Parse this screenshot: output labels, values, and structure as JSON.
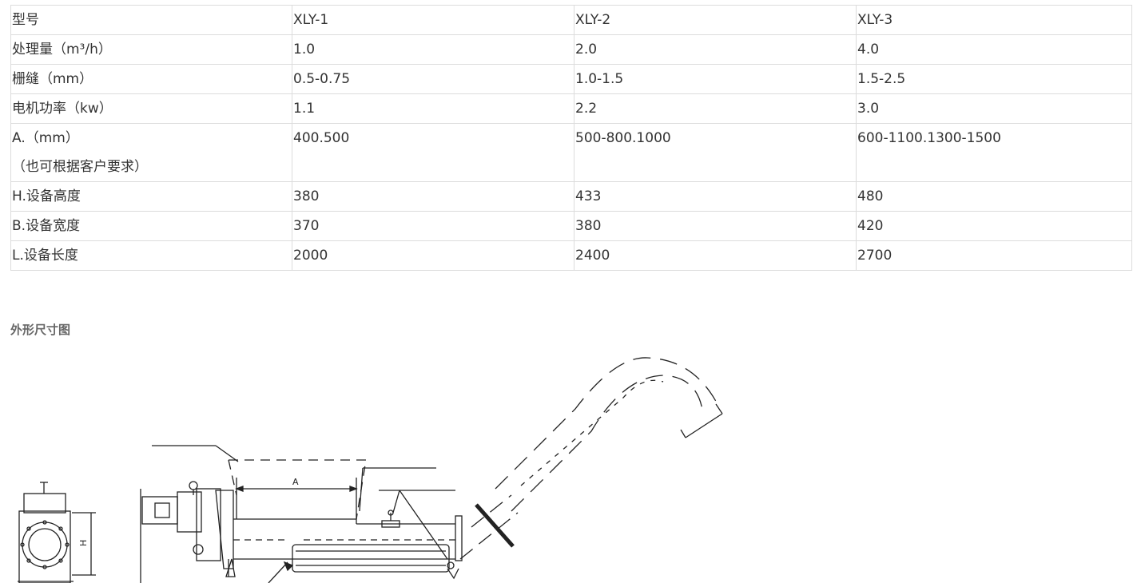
{
  "spec_table": {
    "header": [
      "型号",
      "XLY-1",
      "XLY-2",
      "XLY-3"
    ],
    "rows": [
      [
        "处理量（m³/h）",
        "1.0",
        "2.0",
        "4.0"
      ],
      [
        "栅缝（mm）",
        "0.5-0.75",
        "1.0-1.5",
        "1.5-2.5"
      ],
      [
        "电机功率（kw）",
        "1.1",
        "2.2",
        "3.0"
      ],
      [
        "A.（mm）",
        "400.500",
        "500-800.1000",
        "600-1100.1300-1500"
      ],
      [
        "H.设备高度",
        "380",
        "433",
        "480"
      ],
      [
        "B.设备宽度",
        "370",
        "380",
        "420"
      ],
      [
        "L.设备长度",
        "2000",
        "2400",
        "2700"
      ]
    ],
    "row4_note": "（也可根据客户要求）"
  },
  "drawing_section": {
    "title": "外形尺寸图",
    "dim_label_a": "A",
    "dim_label_h": "H"
  }
}
